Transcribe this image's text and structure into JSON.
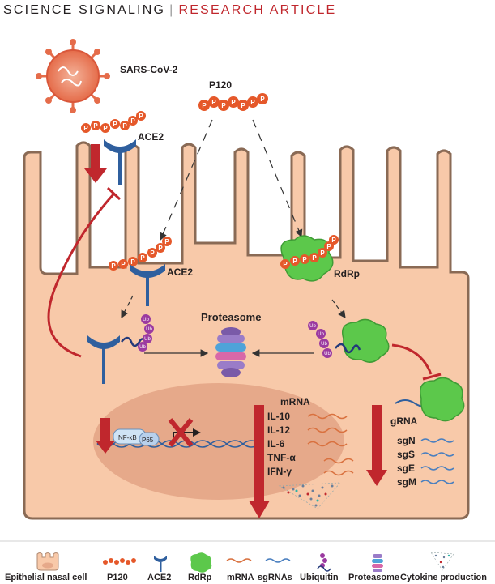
{
  "header": {
    "journal": "SCIENCE SIGNALING",
    "separator": "|",
    "type": "RESEARCH ARTICLE"
  },
  "labels": {
    "virus": "SARS-CoV-2",
    "peptide": "P120",
    "receptor_top": "ACE2",
    "receptor_mid": "ACE2",
    "polymerase": "RdRp",
    "proteasome": "Proteasome",
    "mrna": "mRNA",
    "grna": "gRNA",
    "nfkb": "NF-κB",
    "p65": "P65",
    "phospho": "P",
    "ubiquitin": "Ub"
  },
  "cytokines": [
    "IL-10",
    "IL-12",
    "IL-6",
    "TNF-α",
    "IFN-γ"
  ],
  "subgenomic": [
    "sgN",
    "sgS",
    "sgE",
    "sgM"
  ],
  "legend": [
    {
      "icon": "cell-icon",
      "label": "Epithelial nasal cell"
    },
    {
      "icon": "peptide-icon",
      "label": "P120"
    },
    {
      "icon": "ace2-icon",
      "label": "ACE2"
    },
    {
      "icon": "rdrp-icon",
      "label": "RdRp"
    },
    {
      "icon": "mrna-icon",
      "label": "mRNA"
    },
    {
      "icon": "sgrna-icon",
      "label": "sgRNAs"
    },
    {
      "icon": "ubiquitin-icon",
      "label": "Ubiquitin"
    },
    {
      "icon": "proteasome-icon",
      "label": "Proteasome"
    },
    {
      "icon": "cytokine-icon",
      "label": "Cytokine production"
    }
  ],
  "colors": {
    "cell": "#f8c9a9",
    "cell_outline": "#8a6a55",
    "nucleus": "#e6a98a",
    "peptide": "#e5582a",
    "ace2": "#2f5f9e",
    "rdrp": "#5cc84b",
    "arrow": "#c0272d",
    "ubiquitin": "#9b3aa0",
    "mrna": "#d9713f",
    "sgrna": "#4a7fbf"
  }
}
